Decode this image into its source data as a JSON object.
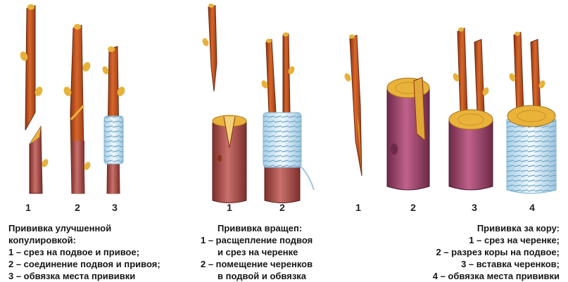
{
  "panels": [
    {
      "numbers": [
        "1",
        "2",
        "3"
      ],
      "title": "Прививка улучшенной копулировкой:",
      "title_lines": [
        "Прививка улучшенной",
        "копулировкой:"
      ],
      "steps": [
        "1 – срез на подвое и привое;",
        "2 – соединение подвоя и привоя;",
        "3 – обвязка места прививки"
      ]
    },
    {
      "numbers": [
        "1",
        "2"
      ],
      "title": "Прививка вращеп:",
      "title_lines": [
        "Прививка вращеп:"
      ],
      "steps_lines": [
        "1 – расщепление подвоя",
        "и срез на черенке",
        "2 – помещение черенков",
        "в подвой и обвязка"
      ]
    },
    {
      "numbers": [
        "1",
        "2",
        "3",
        "4"
      ],
      "title": "Прививка за кору:",
      "title_lines": [
        "Прививка за кору:"
      ],
      "steps": [
        "1 – срез на черенке;",
        "2 – разрез коры на подвое;",
        "3 – вставка черенков;",
        "4 – обвязка места прививки"
      ]
    }
  ],
  "colors": {
    "bark": "#c8571f",
    "bark_dark": "#8b3412",
    "stock_bark": "#b4574f",
    "stock_purple": "#a3496e",
    "wood": "#e9b33a",
    "wrap": "#d9ecf5",
    "wrap_line": "#7fb3d3",
    "bud": "#e6b23c"
  }
}
